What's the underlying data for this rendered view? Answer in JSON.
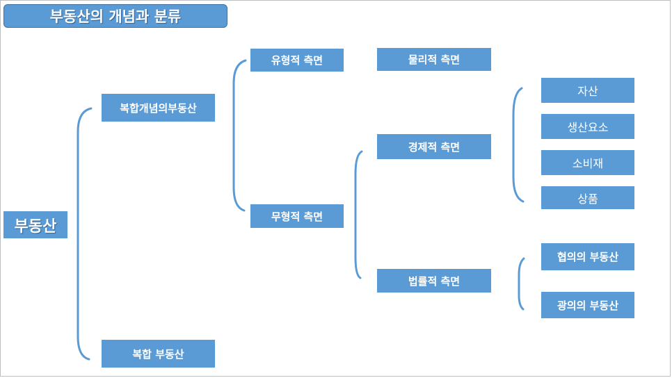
{
  "title": "부동산의 개념과 분류",
  "root": "부동산",
  "level1": {
    "composite_concept": "복합개념의부동산",
    "composite_realestate": "복합 부동산"
  },
  "level2": {
    "tangible": "유형적 측면",
    "intangible": "무형적 측면"
  },
  "level3": {
    "physical": "물리적 측면",
    "economic": "경제적 측면",
    "legal": "법률적 측면"
  },
  "economic_items": [
    "자산",
    "생산요소",
    "소비재",
    "상품"
  ],
  "legal_items": [
    "협의의 부동산",
    "광의의 부동산"
  ],
  "colors": {
    "node": "#5b9bd5",
    "bracket": "#5b9bd5",
    "text": "#ffffff"
  }
}
